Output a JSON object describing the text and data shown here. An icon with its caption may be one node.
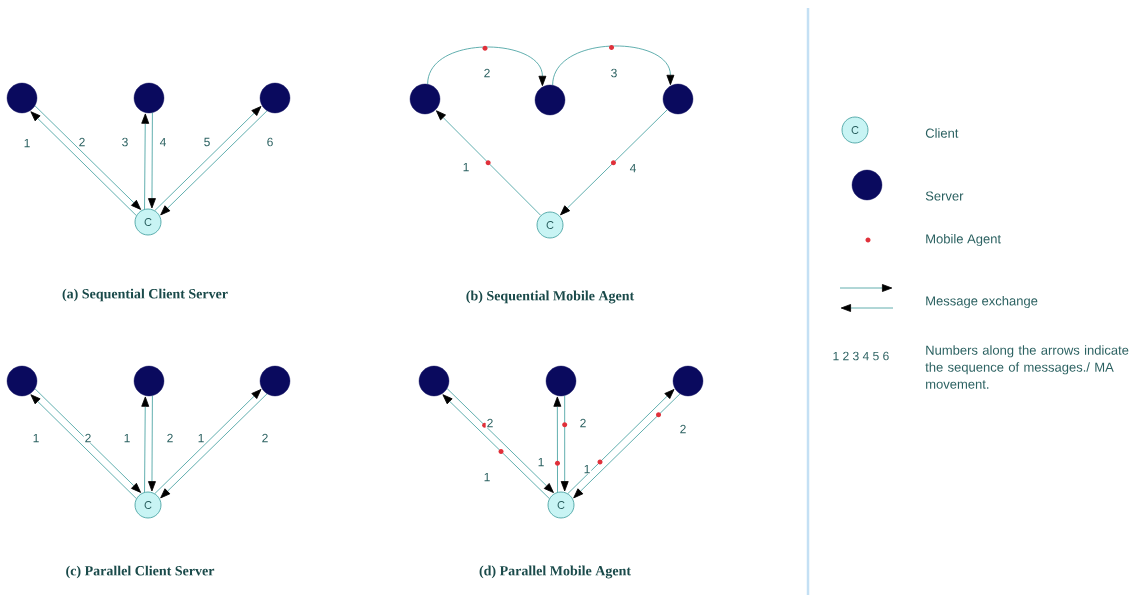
{
  "diagram": {
    "nodes": [
      {
        "text": [],
        "shape": "circle"
      },
      {
        "text": [],
        "shape": "circle"
      },
      {
        "text": [],
        "shape": "circle"
      },
      {
        "text": [
          "C"
        ]
      },
      {
        "text": [],
        "shape": "circle"
      },
      {
        "text": [],
        "shape": "circle"
      },
      {
        "text": [],
        "shape": "circle"
      },
      {
        "text": [
          "C"
        ]
      },
      {
        "text": [],
        "shape": "circle"
      },
      {
        "text": [],
        "shape": "circle"
      },
      {
        "text": [],
        "shape": "circle"
      },
      {
        "text": [
          "C"
        ]
      },
      {
        "text": [],
        "shape": "circle"
      },
      {
        "text": [],
        "shape": "circle"
      },
      {
        "text": [],
        "shape": "circle"
      },
      {
        "text": [
          "C"
        ]
      }
    ],
    "edges": [
      {
        "from": 3,
        "to": 0,
        "arrow": "to",
        "label": "1"
      },
      {
        "from": 0,
        "to": 3,
        "arrow": "to",
        "label": "2"
      },
      {
        "from": 3,
        "to": 1,
        "arrow": "to",
        "label": "3"
      },
      {
        "from": 1,
        "to": 3,
        "arrow": "to",
        "label": "4"
      },
      {
        "from": 3,
        "to": 2,
        "arrow": "to",
        "label": "5"
      },
      {
        "from": 2,
        "to": 3,
        "arrow": "to",
        "label": "6"
      },
      {
        "from": 7,
        "to": 4,
        "arrow": "to",
        "label": "1"
      },
      {
        "from": 4,
        "to": 5,
        "arrow": "to",
        "label": "2"
      },
      {
        "from": 5,
        "to": 6,
        "arrow": "to",
        "label": "3"
      },
      {
        "from": 6,
        "to": 7,
        "arrow": "to",
        "label": "4"
      },
      {
        "from": 11,
        "to": 8,
        "arrow": "to",
        "label": "1"
      },
      {
        "from": 8,
        "to": 11,
        "arrow": "to",
        "label": "2"
      },
      {
        "from": 11,
        "to": 9,
        "arrow": "to",
        "label": "1"
      },
      {
        "from": 9,
        "to": 11,
        "arrow": "to",
        "label": "2"
      },
      {
        "from": 11,
        "to": 10,
        "arrow": "to",
        "label": "1"
      },
      {
        "from": 10,
        "to": 11,
        "arrow": "to",
        "label": "2"
      },
      {
        "from": 15,
        "to": 12,
        "arrow": "to",
        "label": "1"
      },
      {
        "from": 12,
        "to": 15,
        "arrow": "to",
        "label": "2"
      },
      {
        "from": 15,
        "to": 13,
        "arrow": "to",
        "label": "1"
      },
      {
        "from": 13,
        "to": 15,
        "arrow": "to",
        "label": "2"
      },
      {
        "from": 15,
        "to": 14,
        "arrow": "to",
        "label": "1"
      },
      {
        "from": 14,
        "to": 15,
        "arrow": "to",
        "label": "2"
      }
    ],
    "labels": [
      "(a)  Sequential Client Server",
      "(b)  Sequential Mobile Agent",
      "(c)  Parallel Client Server",
      "(d)  Parallel Mobile Agent",
      "C",
      "1 2 3 4 5 6"
    ],
    "legend": [
      {
        "text": "Client"
      },
      {
        "text": "Server"
      },
      {
        "text": "Mobile Agent"
      },
      {
        "text": "Message exchange"
      },
      {
        "text": "Numbers along the arrows indicate the sequence of messages./ MA movement."
      }
    ]
  }
}
